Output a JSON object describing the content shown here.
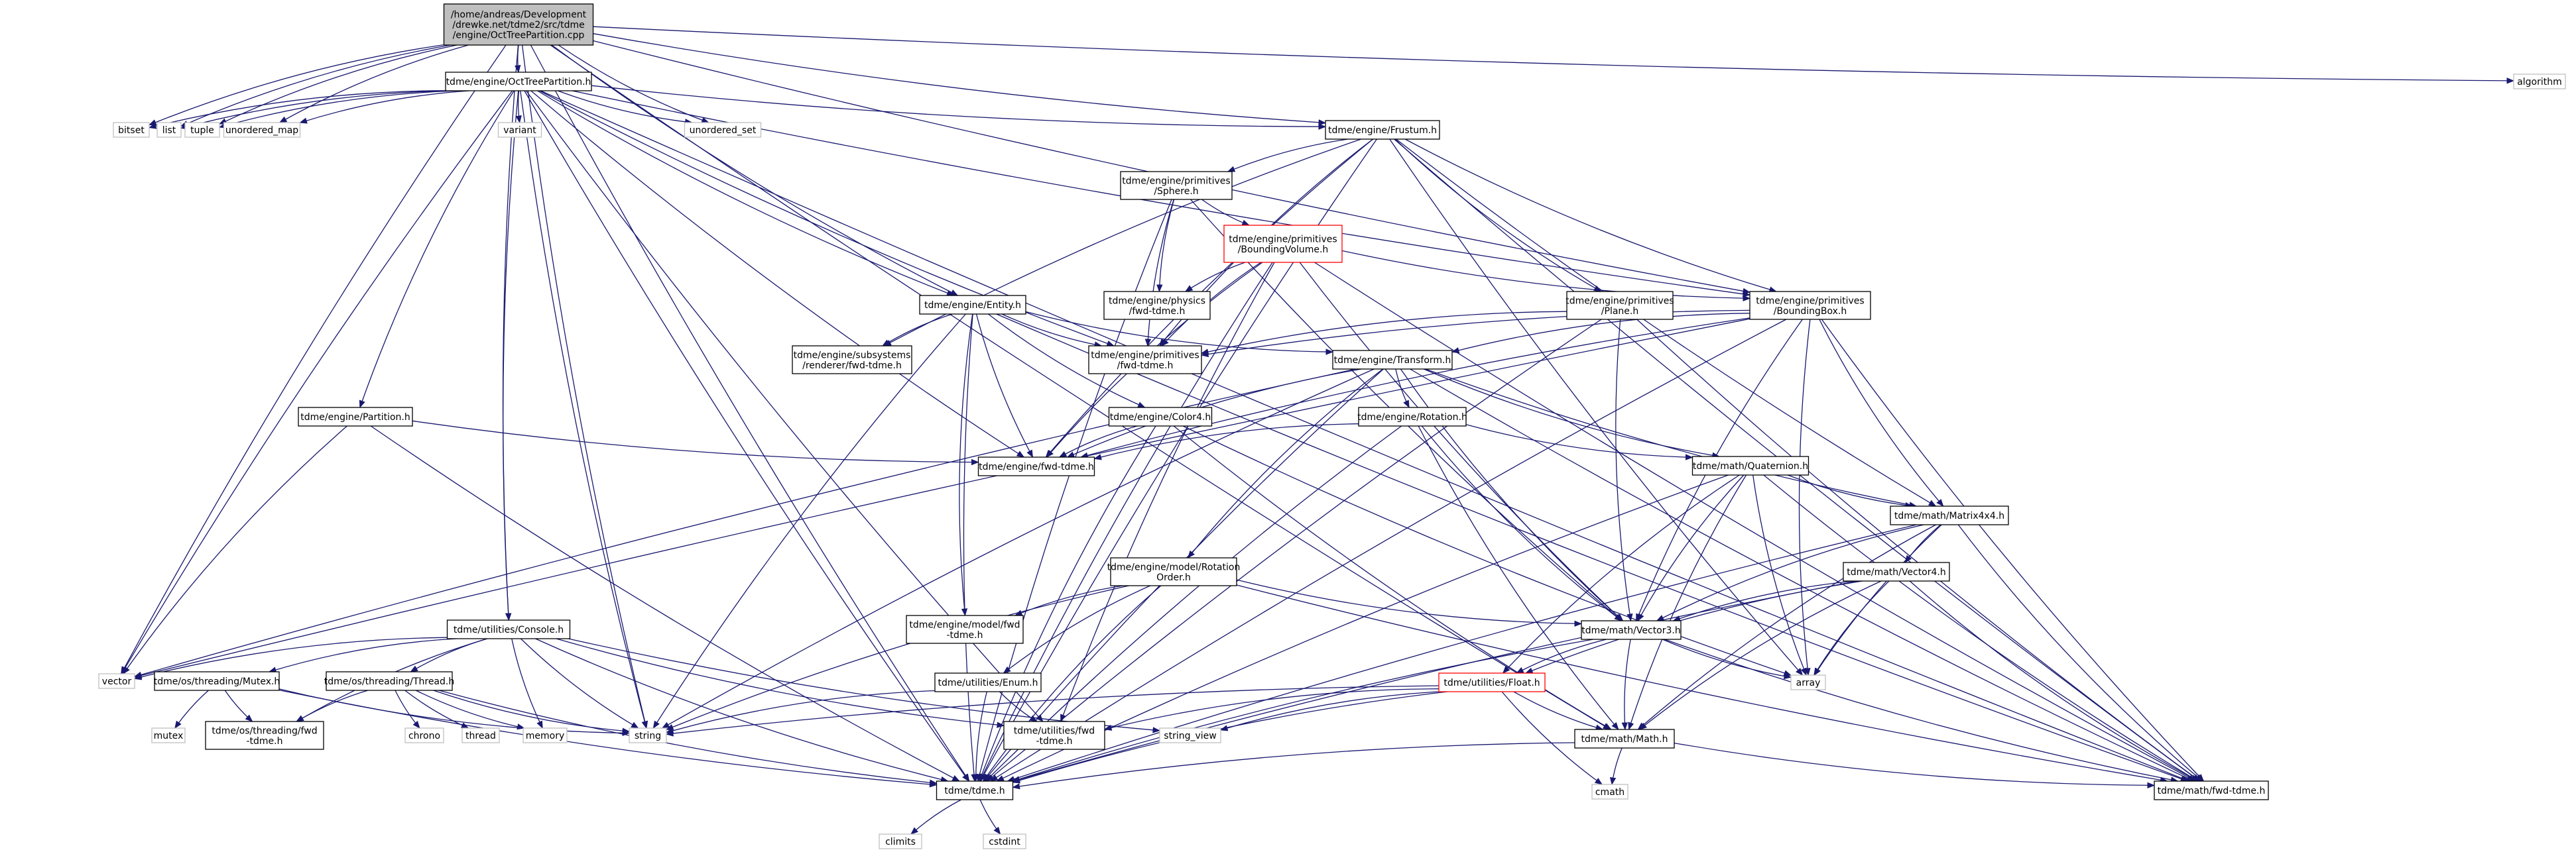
{
  "colors": {
    "edge": "#191970",
    "node_border": "#000000",
    "node_border_red": "#ff0000",
    "node_border_gray": "#bfbfbf",
    "node_fill": "#ffffff",
    "root_fill": "#bfbfbf",
    "text": "#000000"
  },
  "nodes": [
    {
      "id": "root",
      "lines": [
        "/home/andreas/Development",
        "/drewke.net/tdme2/src/tdme",
        "/engine/OctTreePartition.cpp"
      ],
      "style": "root"
    },
    {
      "id": "octtree_h",
      "lines": [
        "tdme/engine/OctTreePartition.h"
      ],
      "style": "normal"
    },
    {
      "id": "algorithm",
      "lines": [
        "algorithm"
      ],
      "style": "gray"
    },
    {
      "id": "bitset",
      "lines": [
        "bitset"
      ],
      "style": "gray"
    },
    {
      "id": "list",
      "lines": [
        "list"
      ],
      "style": "gray"
    },
    {
      "id": "tuple",
      "lines": [
        "tuple"
      ],
      "style": "gray"
    },
    {
      "id": "unordered_map",
      "lines": [
        "unordered_map"
      ],
      "style": "gray"
    },
    {
      "id": "variant",
      "lines": [
        "variant"
      ],
      "style": "gray"
    },
    {
      "id": "unordered_set",
      "lines": [
        "unordered_set"
      ],
      "style": "gray"
    },
    {
      "id": "frustum",
      "lines": [
        "tdme/engine/Frustum.h"
      ],
      "style": "normal"
    },
    {
      "id": "sphere",
      "lines": [
        "tdme/engine/primitives",
        "/Sphere.h"
      ],
      "style": "normal"
    },
    {
      "id": "boundingvolume",
      "lines": [
        "tdme/engine/primitives",
        "/BoundingVolume.h"
      ],
      "style": "red"
    },
    {
      "id": "physics_fwd",
      "lines": [
        "tdme/engine/physics",
        "/fwd-tdme.h"
      ],
      "style": "normal"
    },
    {
      "id": "entity",
      "lines": [
        "tdme/engine/Entity.h"
      ],
      "style": "normal"
    },
    {
      "id": "subsystems_fwd",
      "lines": [
        "tdme/engine/subsystems",
        "/renderer/fwd-tdme.h"
      ],
      "style": "normal"
    },
    {
      "id": "primitives_fwd",
      "lines": [
        "tdme/engine/primitives",
        "/fwd-tdme.h"
      ],
      "style": "normal"
    },
    {
      "id": "plane",
      "lines": [
        "tdme/engine/primitives",
        "/Plane.h"
      ],
      "style": "normal"
    },
    {
      "id": "boundingbox",
      "lines": [
        "tdme/engine/primitives",
        "/BoundingBox.h"
      ],
      "style": "normal"
    },
    {
      "id": "transform",
      "lines": [
        "tdme/engine/Transform.h"
      ],
      "style": "normal"
    },
    {
      "id": "color4",
      "lines": [
        "tdme/engine/Color4.h"
      ],
      "style": "normal"
    },
    {
      "id": "rotation",
      "lines": [
        "tdme/engine/Rotation.h"
      ],
      "style": "normal"
    },
    {
      "id": "engine_fwd",
      "lines": [
        "tdme/engine/fwd-tdme.h"
      ],
      "style": "normal"
    },
    {
      "id": "partition",
      "lines": [
        "tdme/engine/Partition.h"
      ],
      "style": "normal"
    },
    {
      "id": "quaternion",
      "lines": [
        "tdme/math/Quaternion.h"
      ],
      "style": "normal"
    },
    {
      "id": "matrix4x4",
      "lines": [
        "tdme/math/Matrix4x4.h"
      ],
      "style": "normal"
    },
    {
      "id": "rotationorder",
      "lines": [
        "tdme/engine/model/Rotation",
        "Order.h"
      ],
      "style": "normal"
    },
    {
      "id": "vector4",
      "lines": [
        "tdme/math/Vector4.h"
      ],
      "style": "normal"
    },
    {
      "id": "model_fwd",
      "lines": [
        "tdme/engine/model/fwd",
        "-tdme.h"
      ],
      "style": "normal"
    },
    {
      "id": "vector3",
      "lines": [
        "tdme/math/Vector3.h"
      ],
      "style": "normal"
    },
    {
      "id": "console",
      "lines": [
        "tdme/utilities/Console.h"
      ],
      "style": "normal"
    },
    {
      "id": "vector",
      "lines": [
        "vector"
      ],
      "style": "gray"
    },
    {
      "id": "mutex_h",
      "lines": [
        "tdme/os/threading/Mutex.h"
      ],
      "style": "normal"
    },
    {
      "id": "thread_h",
      "lines": [
        "tdme/os/threading/Thread.h"
      ],
      "style": "normal"
    },
    {
      "id": "enum_h",
      "lines": [
        "tdme/utilities/Enum.h"
      ],
      "style": "normal"
    },
    {
      "id": "float_h",
      "lines": [
        "tdme/utilities/Float.h"
      ],
      "style": "red"
    },
    {
      "id": "array",
      "lines": [
        "array"
      ],
      "style": "gray"
    },
    {
      "id": "mutex",
      "lines": [
        "mutex"
      ],
      "style": "gray"
    },
    {
      "id": "threading_fwd",
      "lines": [
        "tdme/os/threading/fwd",
        "-tdme.h"
      ],
      "style": "normal"
    },
    {
      "id": "chrono",
      "lines": [
        "chrono"
      ],
      "style": "gray"
    },
    {
      "id": "thread",
      "lines": [
        "thread"
      ],
      "style": "gray"
    },
    {
      "id": "memory",
      "lines": [
        "memory"
      ],
      "style": "gray"
    },
    {
      "id": "string",
      "lines": [
        "string"
      ],
      "style": "gray"
    },
    {
      "id": "utilities_fwd",
      "lines": [
        "tdme/utilities/fwd",
        "-tdme.h"
      ],
      "style": "normal"
    },
    {
      "id": "string_view",
      "lines": [
        "string_view"
      ],
      "style": "gray"
    },
    {
      "id": "math_h",
      "lines": [
        "tdme/math/Math.h"
      ],
      "style": "normal"
    },
    {
      "id": "cmath",
      "lines": [
        "cmath"
      ],
      "style": "gray"
    },
    {
      "id": "math_fwd",
      "lines": [
        "tdme/math/fwd-tdme.h"
      ],
      "style": "normal"
    },
    {
      "id": "tdme_h",
      "lines": [
        "tdme/tdme.h"
      ],
      "style": "normal"
    },
    {
      "id": "climits",
      "lines": [
        "climits"
      ],
      "style": "gray"
    },
    {
      "id": "cstdint",
      "lines": [
        "cstdint"
      ],
      "style": "gray"
    }
  ],
  "edges": [
    [
      "root",
      "octtree_h"
    ],
    [
      "root",
      "algorithm"
    ],
    [
      "root",
      "bitset"
    ],
    [
      "root",
      "list"
    ],
    [
      "root",
      "tuple"
    ],
    [
      "root",
      "unordered_map"
    ],
    [
      "root",
      "unordered_set"
    ],
    [
      "root",
      "frustum"
    ],
    [
      "root",
      "entity"
    ],
    [
      "root",
      "boundingbox"
    ],
    [
      "root",
      "math_h"
    ],
    [
      "root",
      "console"
    ],
    [
      "root",
      "vector"
    ],
    [
      "root",
      "string"
    ],
    [
      "root",
      "tdme_h"
    ],
    [
      "octtree_h",
      "bitset"
    ],
    [
      "octtree_h",
      "list"
    ],
    [
      "octtree_h",
      "tuple"
    ],
    [
      "octtree_h",
      "unordered_map"
    ],
    [
      "octtree_h",
      "variant"
    ],
    [
      "octtree_h",
      "unordered_set"
    ],
    [
      "octtree_h",
      "frustum"
    ],
    [
      "octtree_h",
      "entity"
    ],
    [
      "octtree_h",
      "boundingbox"
    ],
    [
      "octtree_h",
      "partition"
    ],
    [
      "octtree_h",
      "engine_fwd"
    ],
    [
      "octtree_h",
      "math_fwd"
    ],
    [
      "octtree_h",
      "console"
    ],
    [
      "octtree_h",
      "vector"
    ],
    [
      "octtree_h",
      "string"
    ],
    [
      "octtree_h",
      "tdme_h"
    ],
    [
      "octtree_h",
      "utilities_fwd"
    ],
    [
      "octtree_h",
      "primitives_fwd"
    ],
    [
      "frustum",
      "sphere"
    ],
    [
      "frustum",
      "plane"
    ],
    [
      "frustum",
      "boundingbox"
    ],
    [
      "frustum",
      "matrix4x4"
    ],
    [
      "frustum",
      "array"
    ],
    [
      "frustum",
      "engine_fwd"
    ],
    [
      "frustum",
      "primitives_fwd"
    ],
    [
      "frustum",
      "math_fwd"
    ],
    [
      "frustum",
      "subsystems_fwd"
    ],
    [
      "frustum",
      "tdme_h"
    ],
    [
      "sphere",
      "boundingvolume"
    ],
    [
      "sphere",
      "physics_fwd"
    ],
    [
      "sphere",
      "primitives_fwd"
    ],
    [
      "sphere",
      "vector3"
    ],
    [
      "sphere",
      "tdme_h"
    ],
    [
      "boundingvolume",
      "physics_fwd"
    ],
    [
      "boundingvolume",
      "primitives_fwd"
    ],
    [
      "boundingvolume",
      "boundingbox"
    ],
    [
      "boundingvolume",
      "vector3"
    ],
    [
      "boundingvolume",
      "math_fwd"
    ],
    [
      "boundingvolume",
      "engine_fwd"
    ],
    [
      "boundingvolume",
      "utilities_fwd"
    ],
    [
      "boundingvolume",
      "tdme_h"
    ],
    [
      "entity",
      "subsystems_fwd"
    ],
    [
      "entity",
      "primitives_fwd"
    ],
    [
      "entity",
      "transform"
    ],
    [
      "entity",
      "color4"
    ],
    [
      "entity",
      "engine_fwd"
    ],
    [
      "entity",
      "model_fwd"
    ],
    [
      "entity",
      "math_fwd"
    ],
    [
      "entity",
      "string"
    ],
    [
      "entity",
      "tdme_h"
    ],
    [
      "plane",
      "primitives_fwd"
    ],
    [
      "plane",
      "vector3"
    ],
    [
      "plane",
      "math_fwd"
    ],
    [
      "plane",
      "tdme_h"
    ],
    [
      "boundingbox",
      "primitives_fwd"
    ],
    [
      "boundingbox",
      "transform"
    ],
    [
      "boundingbox",
      "matrix4x4"
    ],
    [
      "boundingbox",
      "vector3"
    ],
    [
      "boundingbox",
      "array"
    ],
    [
      "boundingbox",
      "vector"
    ],
    [
      "boundingbox",
      "math_fwd"
    ],
    [
      "boundingbox",
      "engine_fwd"
    ],
    [
      "boundingbox",
      "tdme_h"
    ],
    [
      "transform",
      "rotation"
    ],
    [
      "transform",
      "rotationorder"
    ],
    [
      "transform",
      "quaternion"
    ],
    [
      "transform",
      "matrix4x4"
    ],
    [
      "transform",
      "vector3"
    ],
    [
      "transform",
      "engine_fwd"
    ],
    [
      "transform",
      "math_fwd"
    ],
    [
      "transform",
      "vector"
    ],
    [
      "transform",
      "tdme_h"
    ],
    [
      "transform",
      "string"
    ],
    [
      "color4",
      "engine_fwd"
    ],
    [
      "color4",
      "math_h"
    ],
    [
      "color4",
      "array"
    ],
    [
      "color4",
      "tdme_h"
    ],
    [
      "rotation",
      "quaternion"
    ],
    [
      "rotation",
      "vector3"
    ],
    [
      "rotation",
      "math_h"
    ],
    [
      "rotation",
      "engine_fwd"
    ],
    [
      "rotation",
      "tdme_h"
    ],
    [
      "partition",
      "engine_fwd"
    ],
    [
      "partition",
      "vector"
    ],
    [
      "partition",
      "tdme_h"
    ],
    [
      "quaternion",
      "matrix4x4"
    ],
    [
      "quaternion",
      "vector3"
    ],
    [
      "quaternion",
      "float_h"
    ],
    [
      "quaternion",
      "math_h"
    ],
    [
      "quaternion",
      "array"
    ],
    [
      "quaternion",
      "math_fwd"
    ],
    [
      "quaternion",
      "tdme_h"
    ],
    [
      "matrix4x4",
      "vector4"
    ],
    [
      "matrix4x4",
      "vector3"
    ],
    [
      "matrix4x4",
      "math_h"
    ],
    [
      "matrix4x4",
      "array"
    ],
    [
      "matrix4x4",
      "math_fwd"
    ],
    [
      "matrix4x4",
      "tdme_h"
    ],
    [
      "rotationorder",
      "model_fwd"
    ],
    [
      "rotationorder",
      "vector3"
    ],
    [
      "rotationorder",
      "enum_h"
    ],
    [
      "rotationorder",
      "string"
    ],
    [
      "rotationorder",
      "math_fwd"
    ],
    [
      "rotationorder",
      "tdme_h"
    ],
    [
      "vector4",
      "vector3"
    ],
    [
      "vector4",
      "float_h"
    ],
    [
      "vector4",
      "math_h"
    ],
    [
      "vector4",
      "array"
    ],
    [
      "vector4",
      "math_fwd"
    ],
    [
      "vector4",
      "tdme_h"
    ],
    [
      "vector3",
      "float_h"
    ],
    [
      "vector3",
      "math_h"
    ],
    [
      "vector3",
      "array"
    ],
    [
      "vector3",
      "math_fwd"
    ],
    [
      "vector3",
      "tdme_h"
    ],
    [
      "console",
      "mutex_h"
    ],
    [
      "console",
      "thread_h"
    ],
    [
      "console",
      "threading_fwd"
    ],
    [
      "console",
      "vector"
    ],
    [
      "console",
      "string"
    ],
    [
      "console",
      "memory"
    ],
    [
      "console",
      "utilities_fwd"
    ],
    [
      "console",
      "string_view"
    ],
    [
      "console",
      "tdme_h"
    ],
    [
      "mutex_h",
      "mutex"
    ],
    [
      "mutex_h",
      "threading_fwd"
    ],
    [
      "mutex_h",
      "string"
    ],
    [
      "mutex_h",
      "tdme_h"
    ],
    [
      "thread_h",
      "chrono"
    ],
    [
      "thread_h",
      "thread"
    ],
    [
      "thread_h",
      "memory"
    ],
    [
      "thread_h",
      "threading_fwd"
    ],
    [
      "thread_h",
      "string"
    ],
    [
      "thread_h",
      "tdme_h"
    ],
    [
      "enum_h",
      "utilities_fwd"
    ],
    [
      "enum_h",
      "string"
    ],
    [
      "enum_h",
      "tdme_h"
    ],
    [
      "float_h",
      "math_h"
    ],
    [
      "float_h",
      "cmath"
    ],
    [
      "float_h",
      "string"
    ],
    [
      "float_h",
      "string_view"
    ],
    [
      "float_h",
      "utilities_fwd"
    ],
    [
      "float_h",
      "tdme_h"
    ],
    [
      "math_h",
      "cmath"
    ],
    [
      "math_h",
      "math_fwd"
    ],
    [
      "math_h",
      "tdme_h"
    ],
    [
      "tdme_h",
      "climits"
    ],
    [
      "tdme_h",
      "cstdint"
    ]
  ]
}
